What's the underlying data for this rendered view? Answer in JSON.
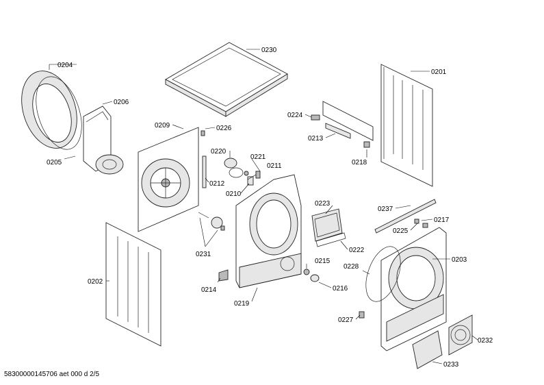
{
  "footer": "58300000145706 aet 000 d 2/5",
  "callouts": [
    {
      "id": "c0230",
      "text": "0230"
    },
    {
      "id": "c0201",
      "text": "0201"
    },
    {
      "id": "c0204",
      "text": "0204"
    },
    {
      "id": "c0206",
      "text": "0206"
    },
    {
      "id": "c0205",
      "text": "0205"
    },
    {
      "id": "c0209",
      "text": "0209"
    },
    {
      "id": "c0226",
      "text": "0226"
    },
    {
      "id": "c0224",
      "text": "0224"
    },
    {
      "id": "c0213",
      "text": "0213"
    },
    {
      "id": "c0218",
      "text": "0218"
    },
    {
      "id": "c0220",
      "text": "0220"
    },
    {
      "id": "c0221",
      "text": "0221"
    },
    {
      "id": "c0211",
      "text": "0211"
    },
    {
      "id": "c0212",
      "text": "0212"
    },
    {
      "id": "c0210",
      "text": "0210"
    },
    {
      "id": "c0223",
      "text": "0223"
    },
    {
      "id": "c0237",
      "text": "0237"
    },
    {
      "id": "c0217",
      "text": "0217"
    },
    {
      "id": "c0225",
      "text": "0225"
    },
    {
      "id": "c0222",
      "text": "0222"
    },
    {
      "id": "c0203",
      "text": "0203"
    },
    {
      "id": "c0202",
      "text": "0202"
    },
    {
      "id": "c0231",
      "text": "0231"
    },
    {
      "id": "c0215",
      "text": "0215"
    },
    {
      "id": "c0228",
      "text": "0228"
    },
    {
      "id": "c0214",
      "text": "0214"
    },
    {
      "id": "c0216",
      "text": "0216"
    },
    {
      "id": "c0219",
      "text": "0219"
    },
    {
      "id": "c0227",
      "text": "0227"
    },
    {
      "id": "c0232",
      "text": "0232"
    },
    {
      "id": "c0233",
      "text": "0233"
    }
  ]
}
